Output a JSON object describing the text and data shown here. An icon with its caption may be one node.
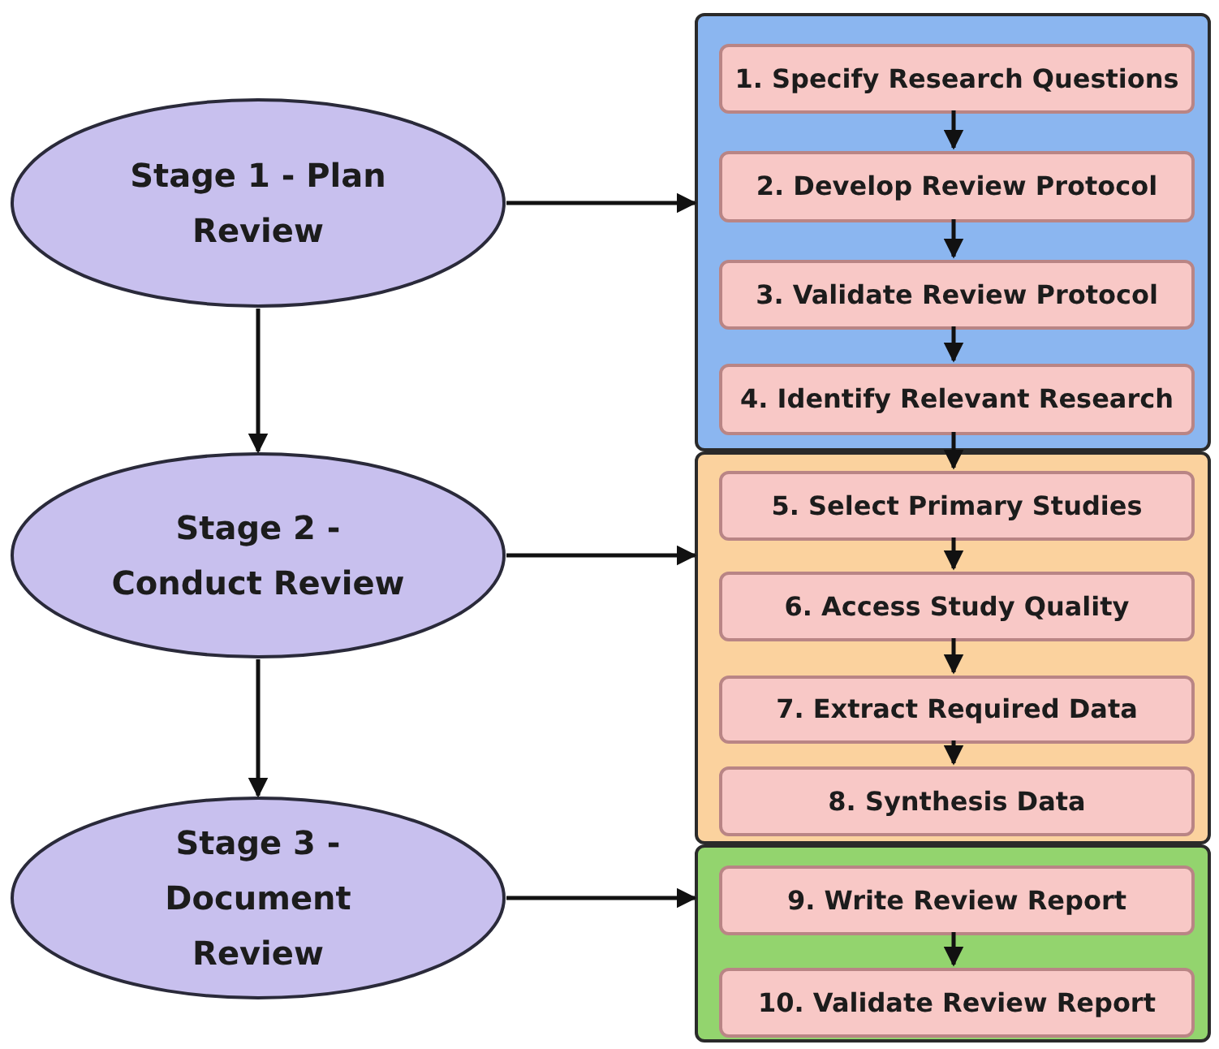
{
  "diagram": {
    "nodes": [
      {
        "text": [
          "Stage 1 - Plan Review"
        ]
      },
      {
        "text": [],
        "shape": "box"
      },
      {
        "text": [
          "1. Specify Research Questions"
        ],
        "in": 1
      },
      {
        "text": [
          "2. Develop Review Protocol"
        ],
        "in": 1
      },
      {
        "text": [
          "3. Validate Review Protocol"
        ],
        "in": 1
      },
      {
        "text": [
          "4. Identify Relevant Research"
        ],
        "in": 1
      },
      {
        "text": [
          "Stage 2 - Conduct Review"
        ]
      },
      {
        "text": [],
        "shape": "box"
      },
      {
        "text": [
          "5. Select Primary Studies"
        ],
        "in": 7
      },
      {
        "text": [
          "6. Access Study Quality"
        ],
        "in": 7
      },
      {
        "text": [
          "7. Extract Required Data"
        ],
        "in": 7
      },
      {
        "text": [
          "8. Synthesis Data"
        ],
        "in": 7
      },
      {
        "text": [
          "Stage 3 - Document Review"
        ]
      },
      {
        "text": [],
        "shape": "box"
      },
      {
        "text": [
          "9. Write Review Report"
        ],
        "in": 13
      },
      {
        "text": [
          "10. Validate Review Report"
        ],
        "in": 13
      }
    ],
    "edges": [
      {
        "from": 0,
        "to": 1,
        "arrow": "to"
      },
      {
        "from": 0,
        "to": 6,
        "arrow": "to"
      },
      {
        "from": 2,
        "to": 3,
        "arrow": "to"
      },
      {
        "from": 3,
        "to": 4,
        "arrow": "to"
      },
      {
        "from": 4,
        "to": 5,
        "arrow": "to"
      },
      {
        "from": 5,
        "to": 8,
        "arrow": "to"
      },
      {
        "from": 6,
        "to": 7,
        "arrow": "to"
      },
      {
        "from": 6,
        "to": 12,
        "arrow": "to"
      },
      {
        "from": 8,
        "to": 9,
        "arrow": "to"
      },
      {
        "from": 9,
        "to": 10,
        "arrow": "to"
      },
      {
        "from": 10,
        "to": 11,
        "arrow": "to"
      },
      {
        "from": 12,
        "to": 13,
        "arrow": "to"
      },
      {
        "from": 14,
        "to": 15,
        "arrow": "to"
      }
    ]
  }
}
